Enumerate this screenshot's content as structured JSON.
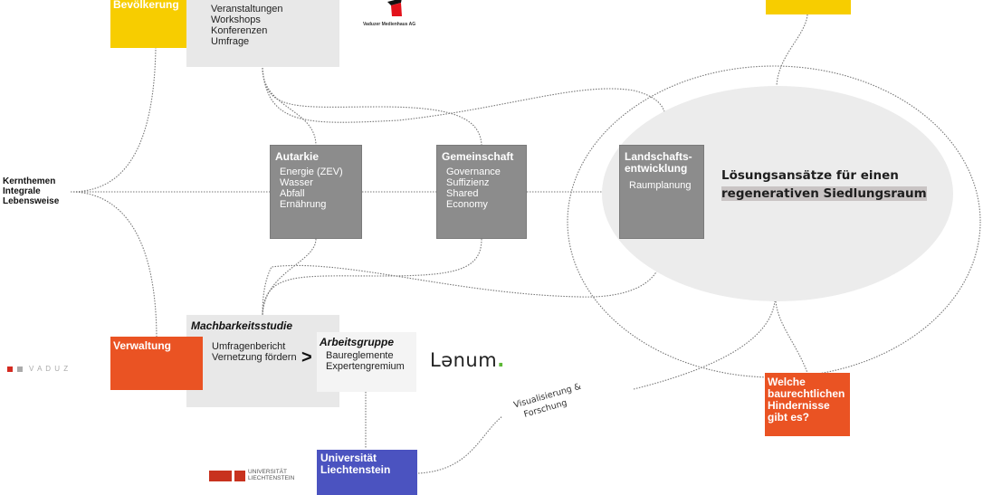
{
  "colors": {
    "yellow": "#f7cd00",
    "orange": "#ea5323",
    "gray_box": "#8c8c8c",
    "light_box": "#e8e8e8",
    "lighter_box": "#f4f4f4",
    "blue": "#4b53c0",
    "ellipse_fill": "#ececec",
    "highlight": "#c9c4c4",
    "lenum_green": "#5db836",
    "brand_red": "#d42a20"
  },
  "nodes": {
    "bevoelkerung": {
      "title": "Bevölkerung"
    },
    "aktivitaeten": {
      "items": [
        "Veranstaltungen",
        "Workshops",
        "Konferenzen",
        "Umfrage"
      ]
    },
    "kernthemen": {
      "lines": [
        "Kernthemen",
        "Integrale",
        "Lebensweise"
      ]
    },
    "autarkie": {
      "title": "Autarkie",
      "items": [
        "Energie (ZEV)",
        "Wasser",
        "Abfall",
        "Ernährung"
      ]
    },
    "gemeinschaft": {
      "title": "Gemeinschaft",
      "items": [
        "Governance",
        "Suffizienz",
        "Shared",
        "Economy"
      ]
    },
    "landschaft": {
      "title_lines": [
        "Landschafts-",
        "entwicklung"
      ],
      "items": [
        "Raumplanung"
      ]
    },
    "loesung": {
      "line1": "Lösungsansätze für einen",
      "line2": "regenerativen Siedlungsraum"
    },
    "machbarkeit": {
      "title": "Machbarkeitsstudie",
      "items": [
        "Umfragenbericht",
        "Vernetzung fördern"
      ],
      "arrow": ">"
    },
    "verwaltung": {
      "title": "Verwaltung"
    },
    "arbeitsgruppe": {
      "title": "Arbeitsgruppe",
      "items": [
        "Baureglemente",
        "Expertengremium"
      ]
    },
    "universitaet": {
      "title_lines": [
        "Universität",
        "Liechtenstein"
      ]
    },
    "hindernisse": {
      "lines": [
        "Welche",
        "baurechtlichen",
        "Hindernisse",
        "gibt es?"
      ]
    },
    "visualisierung": {
      "lines": [
        "Visualisierung &",
        "Forschung"
      ]
    }
  },
  "logos": {
    "vaduz": {
      "text": "V A D U Z"
    },
    "medienhaus": {
      "text": "Vaduzer Medienhaus AG"
    },
    "lenum": {
      "text_pre": "L",
      "text_e": "ə",
      "text_post": "num",
      "dot": "."
    },
    "uni": {
      "lines": [
        "UNIVERSITÄT",
        "LIECHTENSTEIN"
      ]
    }
  }
}
